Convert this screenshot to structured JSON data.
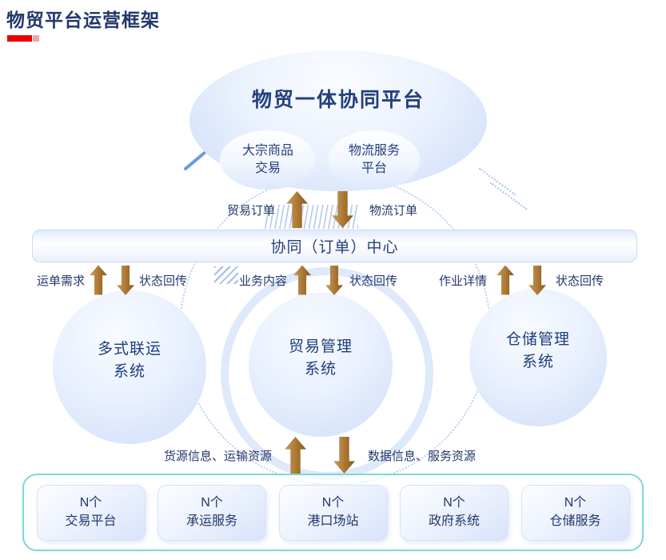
{
  "page": {
    "title": "物贸平台运营框架"
  },
  "top_platform": {
    "title": "物贸一体协同平台",
    "subs": [
      {
        "line1": "大宗商品",
        "line2": "交易"
      },
      {
        "line1": "物流服务",
        "line2": "平台"
      }
    ]
  },
  "center_bar": {
    "label": "协同（订单）中心"
  },
  "flows": {
    "top": {
      "up": "贸易订单",
      "down": "物流订单"
    },
    "middle": [
      {
        "up": "运单需求",
        "down": "状态回传"
      },
      {
        "up": "业务内容",
        "down": "状态回传"
      },
      {
        "up": "作业详情",
        "down": "状态回传"
      }
    ],
    "bottom": {
      "up": "货源信息、运输资源",
      "down": "数据信息、服务资源"
    }
  },
  "systems": [
    {
      "line1": "多式联运",
      "line2": "系统"
    },
    {
      "line1": "贸易管理",
      "line2": "系统"
    },
    {
      "line1": "仓储管理",
      "line2": "系统"
    }
  ],
  "external_partners": [
    {
      "line1": "N个",
      "line2": "交易平台"
    },
    {
      "line1": "N个",
      "line2": "承运服务"
    },
    {
      "line1": "N个",
      "line2": "港口场站"
    },
    {
      "line1": "N个",
      "line2": "政府系统"
    },
    {
      "line1": "N个",
      "line2": "仓储服务"
    }
  ],
  "colors": {
    "title_text": "#21386b",
    "accent_red": "#e80000",
    "accent_red_light": "#f5a2a2",
    "arrow_brown_light": "#c99c63",
    "arrow_brown_dark": "#8a5520",
    "node_fill_blue": "#cfddf9",
    "teal_border": "#78d9d9",
    "node_text": "#1d3e7e"
  }
}
